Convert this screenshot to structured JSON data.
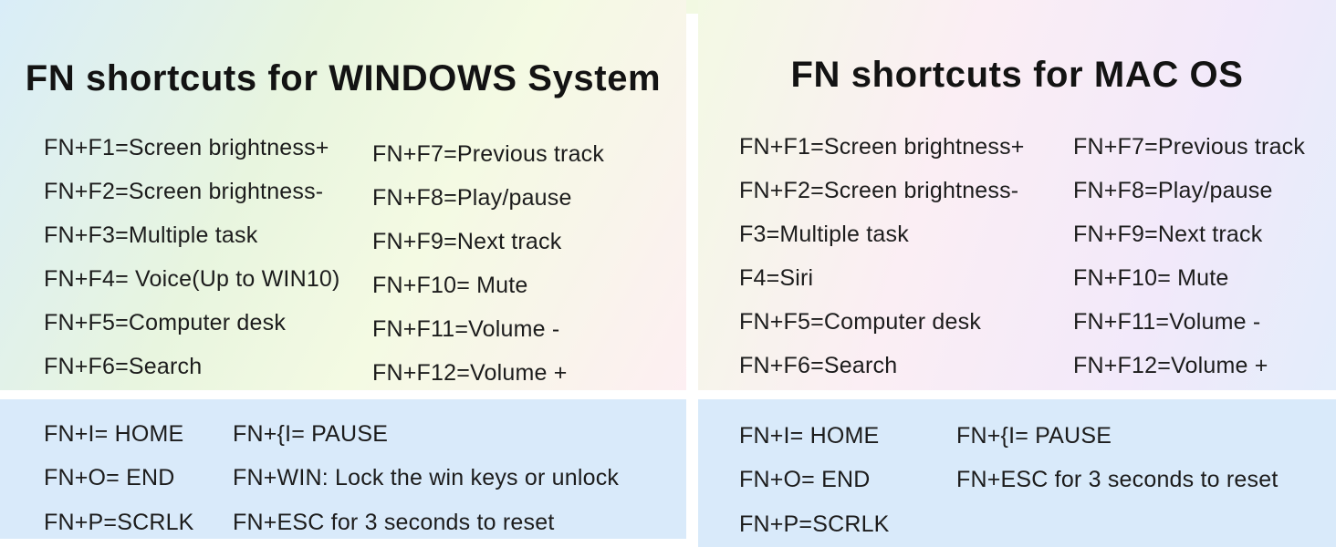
{
  "panels": [
    {
      "id": "windows",
      "title": "FN shortcuts for WINDOWS System",
      "col1": [
        "FN+F1=Screen brightness+",
        "FN+F2=Screen brightness-",
        "FN+F3=Multiple task",
        "FN+F4= Voice(Up to WIN10)",
        "FN+F5=Computer desk",
        "FN+F6=Search"
      ],
      "col2": [
        "FN+F7=Previous track",
        "FN+F8=Play/pause",
        "FN+F9=Next track",
        "FN+F10= Mute",
        "FN+F11=Volume -",
        "FN+F12=Volume +"
      ],
      "extra_col1": [
        "FN+I= HOME",
        "FN+O= END",
        "FN+P=SCRLK"
      ],
      "extra_col2": [
        "FN+{I= PAUSE",
        "FN+WIN: Lock the win keys or unlock",
        "FN+ESC for 3 seconds to reset"
      ]
    },
    {
      "id": "mac",
      "title": "FN shortcuts for MAC OS",
      "col1": [
        "FN+F1=Screen brightness+",
        "FN+F2=Screen brightness-",
        "F3=Multiple task",
        "F4=Siri",
        "FN+F5=Computer desk",
        "FN+F6=Search"
      ],
      "col2": [
        "FN+F7=Previous track",
        "FN+F8=Play/pause",
        "FN+F9=Next track",
        "FN+F10= Mute",
        "FN+F11=Volume -",
        "FN+F12=Volume +"
      ],
      "extra_col1": [
        "FN+I= HOME",
        "FN+O= END",
        "FN+P=SCRLK"
      ],
      "extra_col2": [
        "FN+{I= PAUSE",
        "FN+ESC for 3 seconds to reset"
      ]
    }
  ],
  "colors": {
    "text": "#1c1c1c",
    "title_text": "#131313",
    "blue_panel_bg": "#d9eafa",
    "divider": "#ffffff",
    "windows_gradient": [
      "#d9edf8",
      "#e8f5df",
      "#f4fae3",
      "#fdeff2"
    ],
    "mac_gradient": [
      "#f3f9e4",
      "#fbeef4",
      "#f2e9fa",
      "#e3edfb"
    ]
  }
}
